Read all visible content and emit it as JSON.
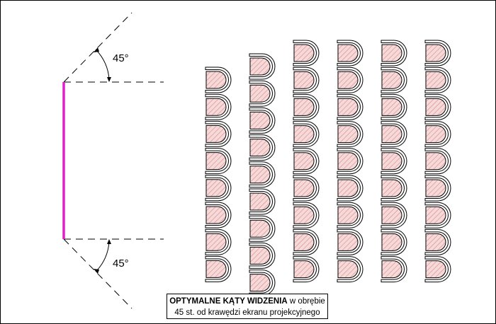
{
  "diagram": {
    "top_angle_label": "45°",
    "bottom_angle_label": "45°",
    "screen_color": "#e020c8",
    "seat_fill_color": "#f6dada",
    "seat_hatch_color": "#d98c8c",
    "line_color": "#000000",
    "seat_rows": [
      {
        "seat_count": 8
      },
      {
        "seat_count": 9
      },
      {
        "seat_count": 9
      },
      {
        "seat_count": 9
      },
      {
        "seat_count": 9
      },
      {
        "seat_count": 9
      }
    ]
  },
  "caption": {
    "bold_text": "OPTYMALNE KĄTY WIDZENIA",
    "rest_line1": " w obrębie",
    "line2": "45 st. od krawędzi ekranu projekcyjnego"
  }
}
